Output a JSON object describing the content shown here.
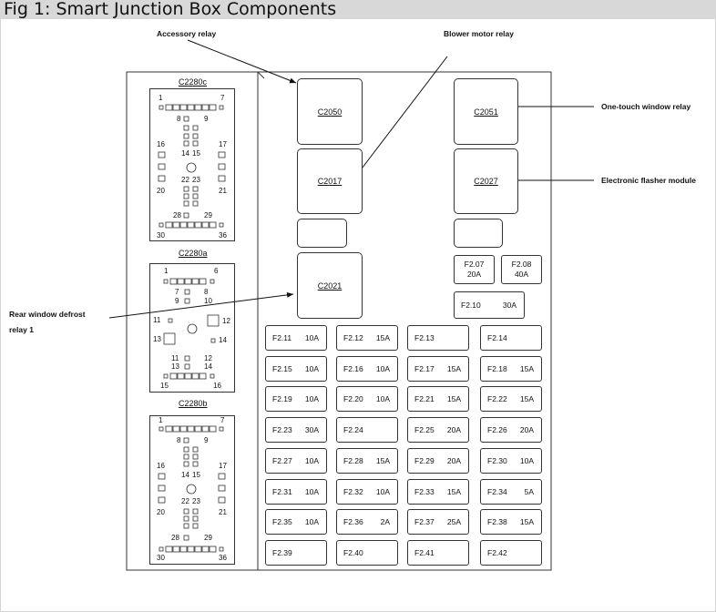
{
  "figure": {
    "title": "Fig 1: Smart Junction Box Components"
  },
  "callouts": {
    "accessory": "Accessory relay",
    "blower": "Blower motor relay",
    "one_touch": "One-touch window relay",
    "flasher": "Electronic flasher module",
    "rear_defrost_line1": "Rear window defrost",
    "rear_defrost_line2": "relay 1"
  },
  "relays": {
    "c2050": "C2050",
    "c2051": "C2051",
    "c2017": "C2017",
    "c2027": "C2027",
    "c2021": "C2021"
  },
  "upper_fuses": {
    "f207": {
      "label": "F2.07",
      "amps": "20A"
    },
    "f208": {
      "label": "F2.08",
      "amps": "40A"
    },
    "f210": {
      "label": "F2.10",
      "amps": "30A"
    }
  },
  "fuse_grid": [
    [
      {
        "label": "F2.11",
        "amps": "10A"
      },
      {
        "label": "F2.12",
        "amps": "15A"
      },
      {
        "label": "F2.13",
        "amps": ""
      },
      {
        "label": "F2.14",
        "amps": ""
      }
    ],
    [
      {
        "label": "F2.15",
        "amps": "10A"
      },
      {
        "label": "F2.16",
        "amps": "10A"
      },
      {
        "label": "F2.17",
        "amps": "15A"
      },
      {
        "label": "F2.18",
        "amps": "15A"
      }
    ],
    [
      {
        "label": "F2.19",
        "amps": "10A"
      },
      {
        "label": "F2.20",
        "amps": "10A"
      },
      {
        "label": "F2.21",
        "amps": "15A"
      },
      {
        "label": "F2.22",
        "amps": "15A"
      }
    ],
    [
      {
        "label": "F2.23",
        "amps": "30A"
      },
      {
        "label": "F2.24",
        "amps": ""
      },
      {
        "label": "F2.25",
        "amps": "20A"
      },
      {
        "label": "F2.26",
        "amps": "20A"
      }
    ],
    [
      {
        "label": "F2.27",
        "amps": "10A"
      },
      {
        "label": "F2.28",
        "amps": "15A"
      },
      {
        "label": "F2.29",
        "amps": "20A"
      },
      {
        "label": "F2.30",
        "amps": "10A"
      }
    ],
    [
      {
        "label": "F2.31",
        "amps": "10A"
      },
      {
        "label": "F2.32",
        "amps": "10A"
      },
      {
        "label": "F2.33",
        "amps": "15A"
      },
      {
        "label": "F2.34",
        "amps": "5A"
      }
    ],
    [
      {
        "label": "F2.35",
        "amps": "10A"
      },
      {
        "label": "F2.36",
        "amps": "2A"
      },
      {
        "label": "F2.37",
        "amps": "25A"
      },
      {
        "label": "F2.38",
        "amps": "15A"
      }
    ],
    [
      {
        "label": "F2.39",
        "amps": ""
      },
      {
        "label": "F2.40",
        "amps": ""
      },
      {
        "label": "F2.41",
        "amps": ""
      },
      {
        "label": "F2.42",
        "amps": ""
      }
    ]
  ],
  "connectors": {
    "c2280c": {
      "name": "C2280c",
      "pins": [
        "1",
        "7",
        "8",
        "9",
        "16",
        "17",
        "14",
        "15",
        "22",
        "23",
        "20",
        "21",
        "28",
        "29",
        "30",
        "36"
      ]
    },
    "c2280a": {
      "name": "C2280a",
      "pins": [
        "1",
        "6",
        "7",
        "8",
        "9",
        "10",
        "11",
        "12",
        "13",
        "14",
        "11",
        "12",
        "13",
        "14",
        "15",
        "16"
      ]
    },
    "c2280b": {
      "name": "C2280b",
      "pins": [
        "1",
        "7",
        "8",
        "9",
        "16",
        "17",
        "14",
        "15",
        "22",
        "23",
        "20",
        "21",
        "28",
        "29",
        "30",
        "36"
      ]
    }
  }
}
